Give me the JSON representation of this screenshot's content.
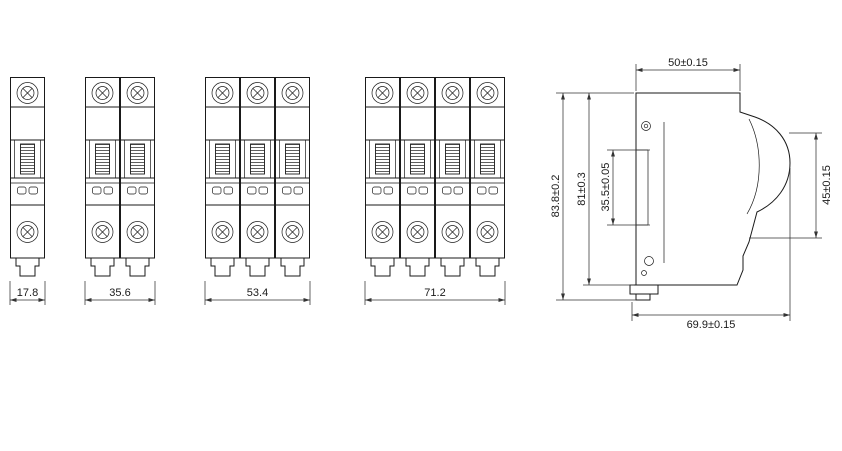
{
  "drawing": {
    "front_views": [
      {
        "poles": 1,
        "width_label": "17.8"
      },
      {
        "poles": 2,
        "width_label": "35.6"
      },
      {
        "poles": 3,
        "width_label": "53.4"
      },
      {
        "poles": 4,
        "width_label": "71.2"
      }
    ],
    "side_view": {
      "top_width_label": "50±0.15",
      "overall_height_label": "83.8±0.2",
      "body_height_label": "81±0.3",
      "din_slot_label": "35.5±0.05",
      "front_height_label": "45±0.15",
      "overall_depth_label": "69.9±0.15"
    }
  }
}
